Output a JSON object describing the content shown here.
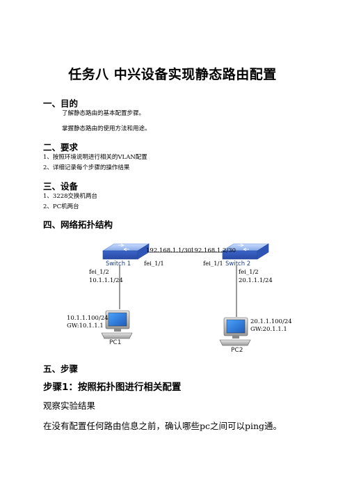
{
  "title": "任务八  中兴设备实现静态路由配置",
  "sections": {
    "purpose": {
      "heading": "一、目的",
      "lines": [
        "了解静态路由的基本配置步骤。",
        "掌握静态路由的使用方法和用途。"
      ]
    },
    "requirements": {
      "heading": "二、要求",
      "lines": [
        "1、按照环境说明进行相关的VLAN配置",
        "2、详细记录每个步骤的操作结果"
      ]
    },
    "equipment": {
      "heading": "三、设备",
      "lines": [
        "1、3228交换机两台",
        "2、PC机两台"
      ]
    },
    "topology": {
      "heading": "四、网络拓扑结构",
      "switch1": {
        "name": "Switch 1"
      },
      "switch2": {
        "name": "Switch 2"
      },
      "link": {
        "ip_left": "192.168.1.1/30",
        "ip_right": "192.168.1.2/30",
        "port_left": "fei_1/1",
        "port_right": "fei_1/1"
      },
      "s1_down": {
        "port": "fei_1/2",
        "ip": "10.1.1.1/24"
      },
      "s2_down": {
        "port": "fei_1/2",
        "ip": "20.1.1.1/24"
      },
      "pc1": {
        "name": "PC1",
        "ip": "10.1.1.100/24",
        "gw": "GW:10.1.1.1"
      },
      "pc2": {
        "name": "PC2",
        "ip": "20.1.1.100/24",
        "gw": "GW:20.1.1.1"
      }
    },
    "steps": {
      "heading": "五、步骤",
      "step1_heading": "步骤1：按照拓扑图进行相关配置",
      "step1_lines": [
        "观察实验结果",
        "在没有配置任何路由信息之前，确认哪些pc之间可以ping通。"
      ]
    }
  }
}
